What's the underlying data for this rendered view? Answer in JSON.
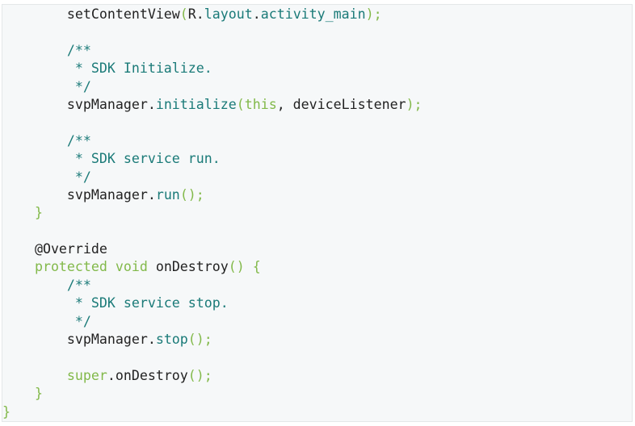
{
  "code": {
    "lines": [
      [
        {
          "text": "        setContentView",
          "kind": "plain"
        },
        {
          "text": "(",
          "kind": "punct"
        },
        {
          "text": "R.",
          "kind": "plain"
        },
        {
          "text": "layout",
          "kind": "method"
        },
        {
          "text": ".",
          "kind": "plain"
        },
        {
          "text": "activity_main",
          "kind": "method"
        },
        {
          "text": ");",
          "kind": "punct"
        }
      ],
      [],
      [
        {
          "text": "        /**",
          "kind": "comment"
        }
      ],
      [
        {
          "text": "         * SDK Initialize.",
          "kind": "comment"
        }
      ],
      [
        {
          "text": "         */",
          "kind": "comment"
        }
      ],
      [
        {
          "text": "        svpManager.",
          "kind": "plain"
        },
        {
          "text": "initialize",
          "kind": "method"
        },
        {
          "text": "(",
          "kind": "punct"
        },
        {
          "text": "this",
          "kind": "keyword"
        },
        {
          "text": ", deviceListener",
          "kind": "plain"
        },
        {
          "text": ");",
          "kind": "punct"
        }
      ],
      [],
      [
        {
          "text": "        /**",
          "kind": "comment"
        }
      ],
      [
        {
          "text": "         * SDK service run.",
          "kind": "comment"
        }
      ],
      [
        {
          "text": "         */",
          "kind": "comment"
        }
      ],
      [
        {
          "text": "        svpManager.",
          "kind": "plain"
        },
        {
          "text": "run",
          "kind": "method"
        },
        {
          "text": "();",
          "kind": "punct"
        }
      ],
      [
        {
          "text": "    }",
          "kind": "punct"
        }
      ],
      [],
      [
        {
          "text": "    @Override",
          "kind": "annotation"
        }
      ],
      [
        {
          "text": "    protected",
          "kind": "keyword"
        },
        {
          "text": " ",
          "kind": "plain"
        },
        {
          "text": "void",
          "kind": "keyword"
        },
        {
          "text": " onDestroy",
          "kind": "plain"
        },
        {
          "text": "() {",
          "kind": "punct"
        }
      ],
      [
        {
          "text": "        /**",
          "kind": "comment"
        }
      ],
      [
        {
          "text": "         * SDK service stop.",
          "kind": "comment"
        }
      ],
      [
        {
          "text": "         */",
          "kind": "comment"
        }
      ],
      [
        {
          "text": "        svpManager.",
          "kind": "plain"
        },
        {
          "text": "stop",
          "kind": "method"
        },
        {
          "text": "();",
          "kind": "punct"
        }
      ],
      [],
      [
        {
          "text": "        super",
          "kind": "keyword"
        },
        {
          "text": ".",
          "kind": "plain"
        },
        {
          "text": "onDestroy",
          "kind": "plain"
        },
        {
          "text": "();",
          "kind": "punct"
        }
      ],
      [
        {
          "text": "    }",
          "kind": "punct"
        }
      ],
      [
        {
          "text": "}",
          "kind": "punct"
        }
      ]
    ]
  }
}
